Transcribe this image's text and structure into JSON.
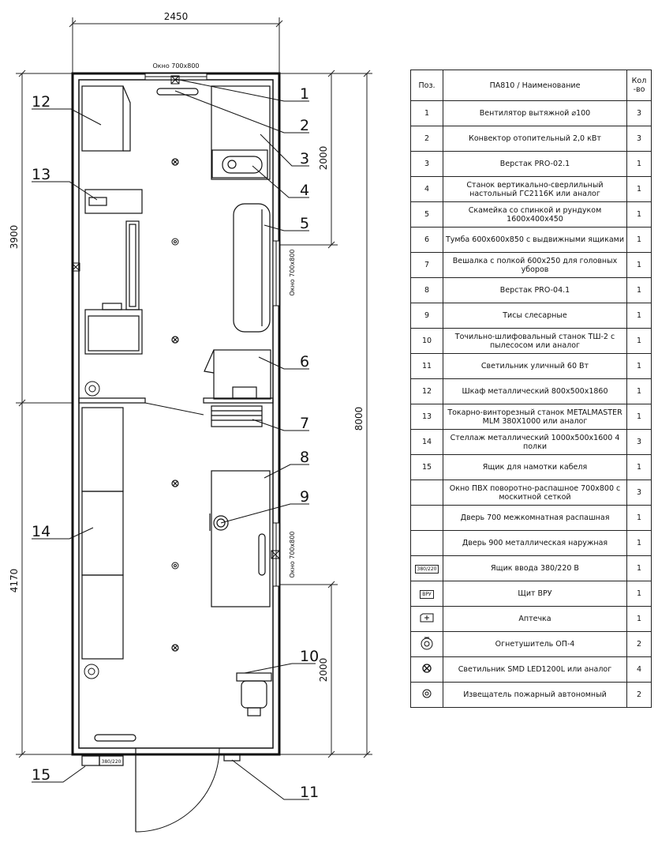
{
  "dimensions": {
    "width_top": "2450",
    "left_total": "3900",
    "left_bottom": "4170",
    "right_top": "2000",
    "right_total": "8000",
    "right_bottom": "2000"
  },
  "windows": {
    "top": "Окно 700х800",
    "right_upper": "Окно 700х800",
    "right_lower": "Окно 700х800"
  },
  "input_box_label": "380/220",
  "callouts": [
    "1",
    "2",
    "3",
    "4",
    "5",
    "6",
    "7",
    "8",
    "9",
    "10",
    "11",
    "12",
    "13",
    "14",
    "15"
  ],
  "spec_table": {
    "headers": {
      "pos": "Поз.",
      "name": "ПА810 / Наименование",
      "qty": "Кол -во"
    },
    "rows": [
      {
        "pos": "1",
        "name": "Вентилятор вытяжной ⌀100",
        "qty": "3"
      },
      {
        "pos": "2",
        "name": "Конвектор отопительный 2,0 кВт",
        "qty": "3"
      },
      {
        "pos": "3",
        "name": "Верстак PRO-02.1",
        "qty": "1"
      },
      {
        "pos": "4",
        "name": "Станок вертикально-сверлильный настольный ГС2116К или аналог",
        "qty": "1"
      },
      {
        "pos": "5",
        "name": "Скамейка со спинкой и рундуком 1600х400х450",
        "qty": "1"
      },
      {
        "pos": "6",
        "name": "Тумба 600х600х850 с выдвижными ящиками",
        "qty": "1"
      },
      {
        "pos": "7",
        "name": "Вешалка с полкой 600х250 для головных уборов",
        "qty": "1"
      },
      {
        "pos": "8",
        "name": "Верстак PRO-04.1",
        "qty": "1"
      },
      {
        "pos": "9",
        "name": "Тисы слесарные",
        "qty": "1"
      },
      {
        "pos": "10",
        "name": "Точильно-шлифовальный станок ТШ-2 с пылесосом или аналог",
        "qty": "1"
      },
      {
        "pos": "11",
        "name": "Светильник уличный 60 Вт",
        "qty": "1"
      },
      {
        "pos": "12",
        "name": "Шкаф металлический 800х500х1860",
        "qty": "1"
      },
      {
        "pos": "13",
        "name": "Токарно-винторезный станок METALMASTER MLM 380X1000 или аналог",
        "qty": "1"
      },
      {
        "pos": "14",
        "name": "Стеллаж металлический 1000х500х1600 4 полки",
        "qty": "3"
      },
      {
        "pos": "15",
        "name": "Ящик для намотки кабеля",
        "qty": "1"
      },
      {
        "pos": "",
        "name": "Окно ПВХ поворотно-распашное 700х800 с москитной сеткой",
        "qty": "3"
      },
      {
        "pos": "",
        "name": "Дверь 700 межкомнатная распашная",
        "qty": "1"
      },
      {
        "pos": "",
        "name": "Дверь 900 металлическая наружная",
        "qty": "1"
      },
      {
        "pos": "380/220",
        "pos_icon": "input-box-icon",
        "name": "Ящик ввода 380/220 В",
        "qty": "1"
      },
      {
        "pos": "ВРУ",
        "pos_icon": "switchboard-icon",
        "name": "Щит ВРУ",
        "qty": "1"
      },
      {
        "pos": "",
        "pos_icon": "first-aid-kit-icon",
        "name": "Аптечка",
        "qty": "1"
      },
      {
        "pos": "",
        "pos_icon": "fire-extinguisher-icon",
        "name": "Огнетушитель ОП-4",
        "qty": "2"
      },
      {
        "pos": "",
        "pos_icon": "ceiling-light-icon",
        "name": "Светильник SMD LED1200L или аналог",
        "qty": "4"
      },
      {
        "pos": "",
        "pos_icon": "smoke-detector-icon",
        "name": "Извещатель пожарный автономный",
        "qty": "2"
      }
    ]
  }
}
